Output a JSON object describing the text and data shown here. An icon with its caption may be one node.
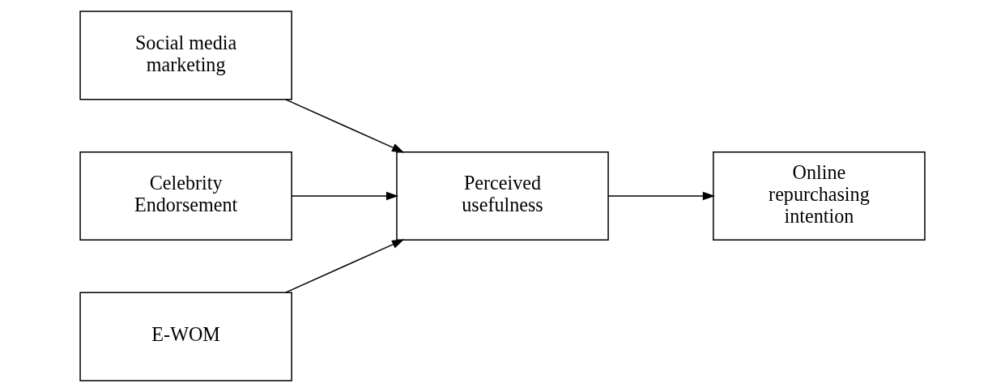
{
  "diagram": {
    "nodes": [
      {
        "text": [
          "Social media marketing"
        ]
      },
      {
        "text": [
          "Celebrity Endorsement"
        ]
      },
      {
        "text": [
          "E-WOM"
        ]
      },
      {
        "text": [
          "Perceived usefulness"
        ]
      },
      {
        "text": [
          "Online repurchasing intention"
        ]
      }
    ],
    "edges": [
      {
        "from": 0,
        "to": 3,
        "arrow": "to"
      },
      {
        "from": 1,
        "to": 3,
        "arrow": "to"
      },
      {
        "from": 2,
        "to": 3,
        "arrow": "to"
      },
      {
        "from": 3,
        "to": 4,
        "arrow": "to"
      }
    ]
  }
}
